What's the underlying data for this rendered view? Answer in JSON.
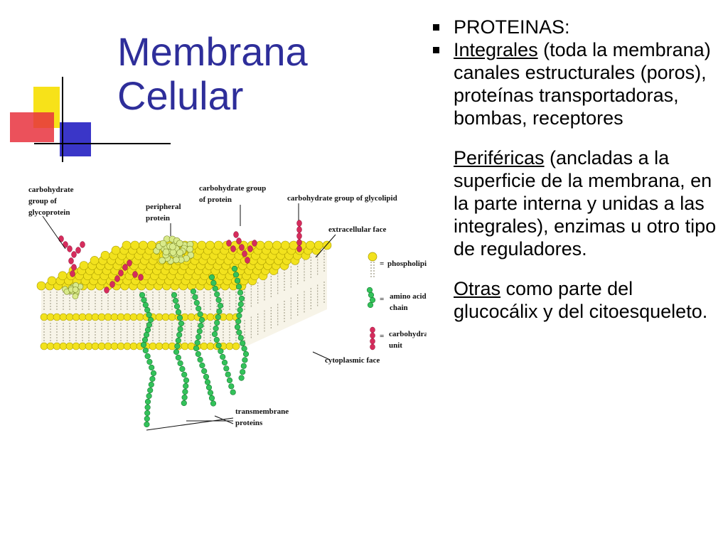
{
  "slide": {
    "title_line1": "Membrana",
    "title_line2": "Celular",
    "accent_colors": {
      "title": "#2e2e9a",
      "yellow": "#f7e219",
      "red": "#e8333e",
      "blue": "#3a36c8"
    }
  },
  "bullets": {
    "heading": "PROTEINAS:",
    "integrales": {
      "term": "Integrales",
      "rest": " (toda la membrana) canales estructurales (poros), proteínas transportadoras, bombas, receptores"
    },
    "perifericas": {
      "term": "Periféricas",
      "rest": " (ancladas a la superficie de la membrana, en la parte interna y unidas a las integrales), enzimas u otro tipo de reguladores."
    },
    "otras": {
      "term": "Otras",
      "rest": " como parte del glucocálix y del citoesqueleto."
    }
  },
  "diagram": {
    "labels": {
      "carb_glycoprotein_1": "carbohydrate",
      "carb_glycoprotein_2": "group of",
      "carb_glycoprotein_3": "glycoprotein",
      "peripheral_1": "peripheral",
      "peripheral_2": "protein",
      "carb_protein_1": "carbohydrate group",
      "carb_protein_2": "of protein",
      "carb_glycolipid": "carbohydrate group of glycolipid",
      "extracellular": "extracellular face",
      "cytoplasmic": "cytoplasmic face",
      "transmembrane_1": "transmembrane",
      "transmembrane_2": "proteins"
    },
    "legend": {
      "phospholipid": "phospholipid",
      "amino_1": "amino acid",
      "amino_2": "chain",
      "carb_unit_1": "carbohydrate",
      "carb_unit_2": "unit",
      "equals": "="
    },
    "colors": {
      "head": "#f2e21d",
      "head_stroke": "#a89a00",
      "protein": "#33c25a",
      "carb": "#d62c5c",
      "peripheral": "#d9ea8a",
      "tail": "#a8a490"
    }
  }
}
